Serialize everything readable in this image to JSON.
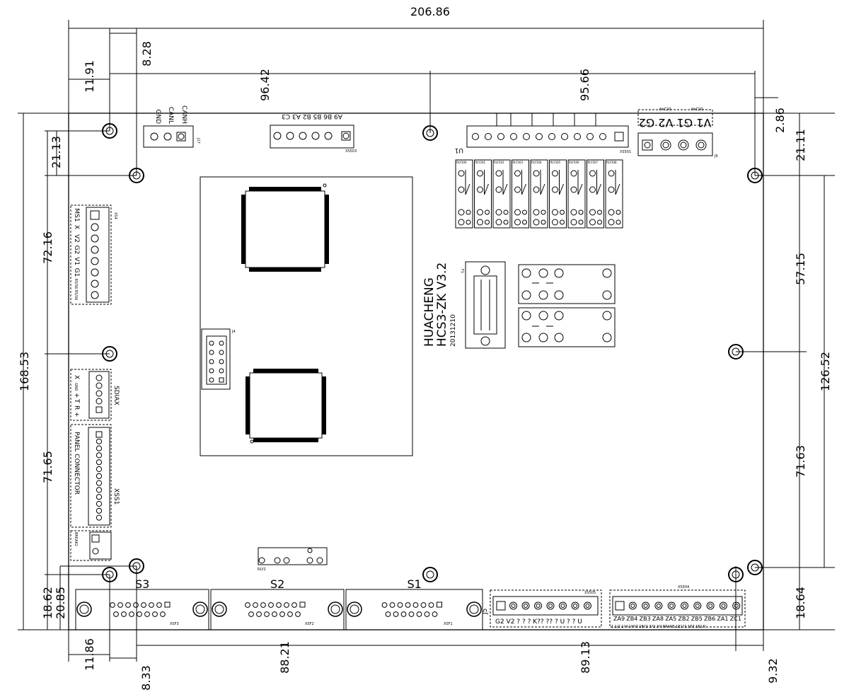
{
  "dimensions": {
    "overall_width": "206.86",
    "left_hole_small": "11.91",
    "second_hole": "8.28",
    "top_middle_left": "96.42",
    "top_middle_right": "95.66",
    "right_top_small": "2.86",
    "right_upper": "21.11",
    "right_hole_span": "57.15",
    "right_total_holes": "126.52",
    "right_lower": "71.63",
    "right_bottom": "18.64",
    "left_upper": "21.13",
    "left_total": "168.53",
    "left_mid_upper": "72.16",
    "left_mid_lower": "71.65",
    "left_bottom_a": "18.62",
    "left_bottom_b": "20.85",
    "bottom_left_small": "11.86",
    "bottom_left_hole": "8.33",
    "bottom_mid_left": "88.21",
    "bottom_mid_right": "89.13",
    "bottom_right_small": "9.32"
  },
  "board": {
    "title_line1": "HUACHENG",
    "title_line2": "HCS3-ZK V3.2",
    "date_code": "20131210"
  },
  "connectors": {
    "can_labels": [
      "CANH",
      "CANL",
      "GND"
    ],
    "can_ref": "J17",
    "top_mid_labels": "A9 B6 B5 B2 A3 C3",
    "top_mid_ref": "XS503",
    "u1_label": "U1",
    "u1_ref": "XS501",
    "power_labels": "V1 G1 V2 G2",
    "power_dc_a": "DC24V",
    "power_dc_b": "DC24V",
    "power_ref": "J6",
    "relay_refs": [
      "RLY300",
      "RLY301",
      "RLY302",
      "RLY303",
      "RLY304",
      "RLY305",
      "RLY306",
      "RLY307",
      "RLY308"
    ],
    "ms_labels": [
      "MS1",
      "X",
      "V2",
      "G2",
      "V1",
      "G1",
      "R5/S6",
      "R5/S6"
    ],
    "ms_ref": "XS4",
    "sdiax_title": "SDIAX",
    "sdiax_pins": [
      "X",
      "GND",
      "+",
      "T",
      "R",
      "+"
    ],
    "panel_title": "PANEL CONNECTOR",
    "panel_ref": "XSS1",
    "break_label": "BREAK2",
    "f_ref": "F1",
    "s1": "S1",
    "s2": "S2",
    "s3": "S3",
    "s1_ref": "XSF1",
    "s2_ref": "XSF2",
    "s3_ref": "XSF3",
    "j5": "J5",
    "j4": "J4",
    "rly_small": "RLY2",
    "xs505_ref": "XS505",
    "xs505_labels": "G2 V2 ? ? ? K?? ?? ? U ? ? U",
    "xs504_ref": "XS504",
    "xs504_labels": [
      "ZA9",
      "ZB4",
      "ZB3",
      "ZA8",
      "ZA5",
      "ZB2",
      "ZB5",
      "ZB6",
      "ZA1",
      "ZC1"
    ],
    "xs504_sub": "1 1/2 1?4 1N?3 1B?2 3?2 3?I BRAKE 1E1?2 1E3 1E1?C"
  }
}
